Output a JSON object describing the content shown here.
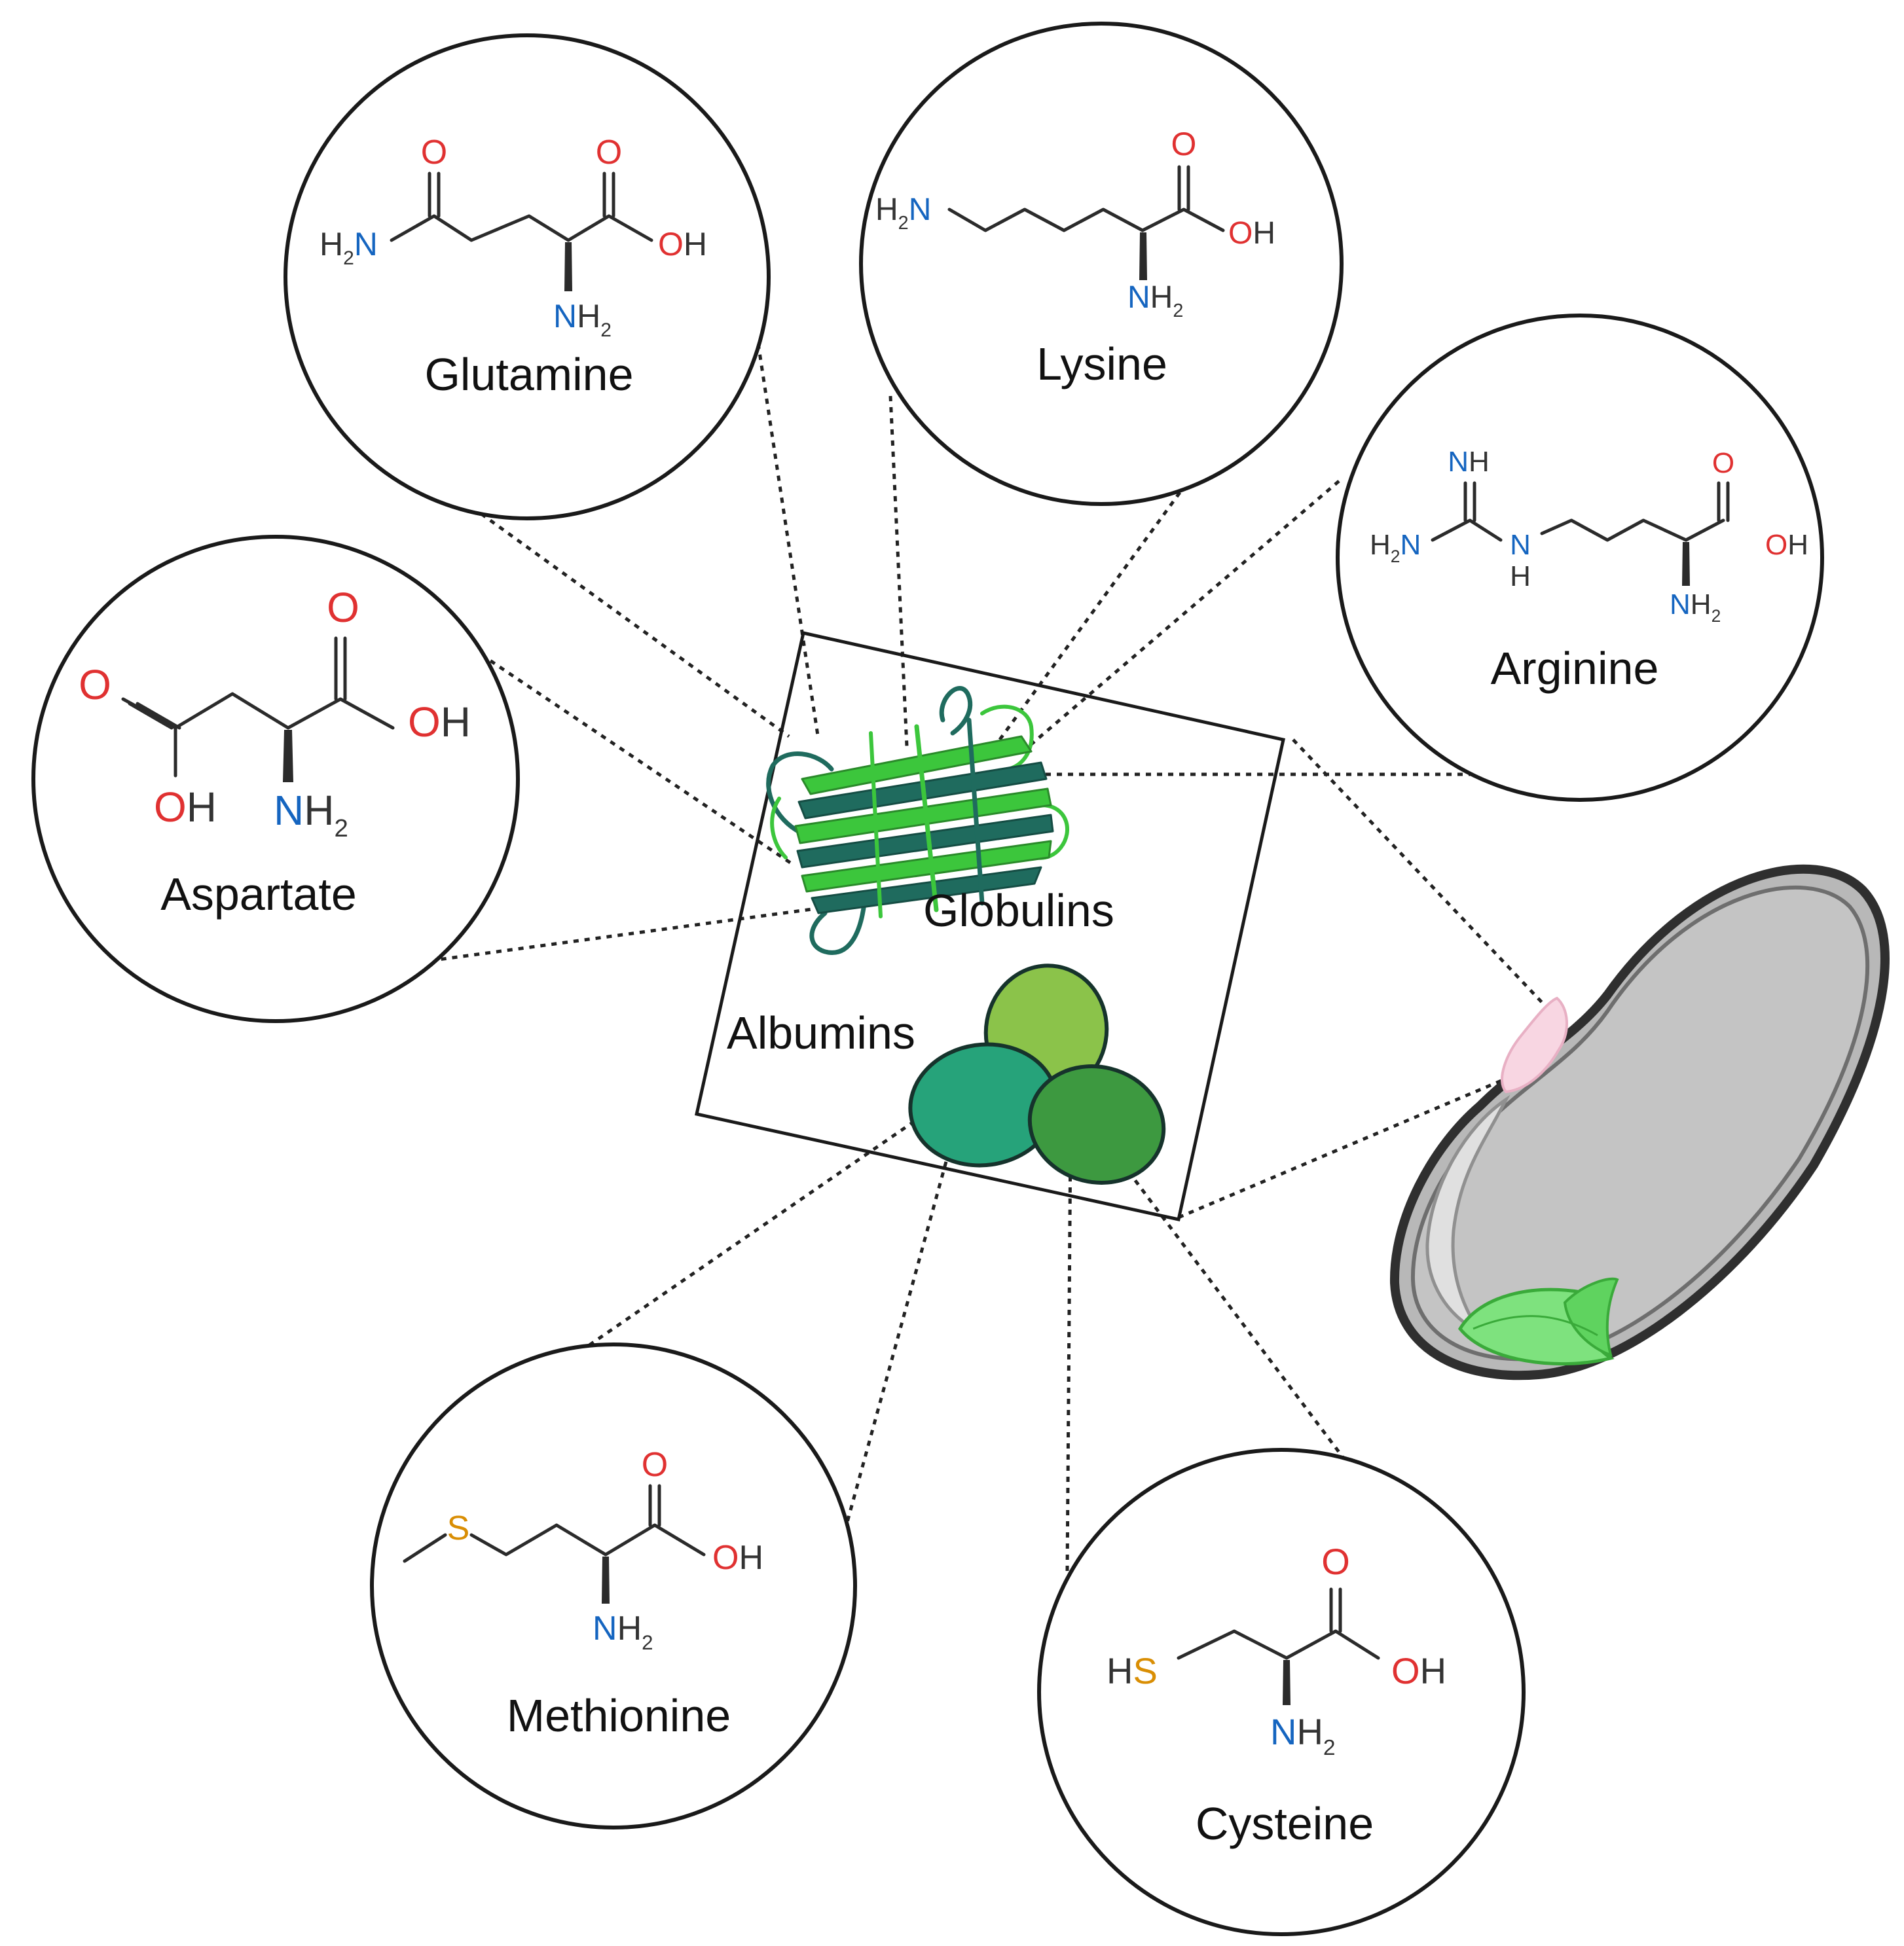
{
  "labels": {
    "globulins": "Globulins",
    "albumins": "Albumins"
  },
  "amino_acids": {
    "glutamine": "Glutamine",
    "lysine": "Lysine",
    "arginine": "Arginine",
    "aspartate": "Aspartate",
    "methionine": "Methionine",
    "cysteine": "Cysteine"
  },
  "atoms": {
    "O": "O",
    "N": "N",
    "H": "H",
    "S": "S",
    "two": "2"
  },
  "colors": {
    "oxygen": "#e03131",
    "nitrogen": "#1565c0",
    "sulfur": "#d98e04",
    "globulin_green": "#3cc63c",
    "globulin_teal": "#1f6b5e",
    "albumin_light": "#8bc34a",
    "albumin_teal": "#26a37a",
    "albumin_dark": "#3d9940",
    "seed_fill": "#c4c4c4",
    "seed_outline": "#3a3a3a"
  }
}
